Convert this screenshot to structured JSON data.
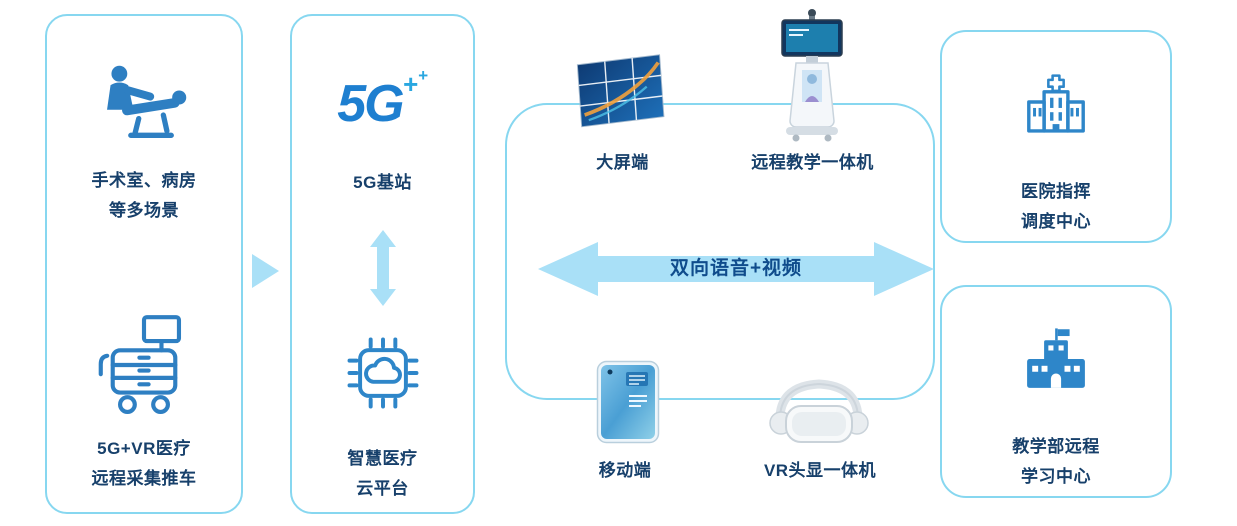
{
  "colors": {
    "panel_border": "#87D7F0",
    "icon_blue": "#2E7FC2",
    "arrow_fill": "#A9E0F7",
    "text_navy": "#17406B"
  },
  "left_panel": {
    "scene": {
      "icon": "surgery-icon",
      "line1": "手术室、病房",
      "line2": "等多场景"
    },
    "cart": {
      "icon": "medical-cart-icon",
      "line1": "5G+VR医疗",
      "line2": "远程采集推车"
    }
  },
  "network_panel": {
    "logo": "5G",
    "logo_plus1": "+",
    "logo_plus2": "+",
    "station_label": "5G基站",
    "cloud": {
      "icon": "chip-cloud-icon",
      "line1": "智慧医疗",
      "line2": "云平台"
    }
  },
  "center_panel": {
    "screen_label": "大屏端",
    "teaching_label": "远程教学一体机",
    "arrow_label": "双向语音+视频",
    "mobile_label": "移动端",
    "vr_label": "VR头显一体机"
  },
  "right_panel": {
    "hospital": {
      "icon": "hospital-icon",
      "line1": "医院指挥",
      "line2": "调度中心"
    },
    "school": {
      "icon": "school-icon",
      "line1": "教学部远程",
      "line2": "学习中心"
    }
  }
}
